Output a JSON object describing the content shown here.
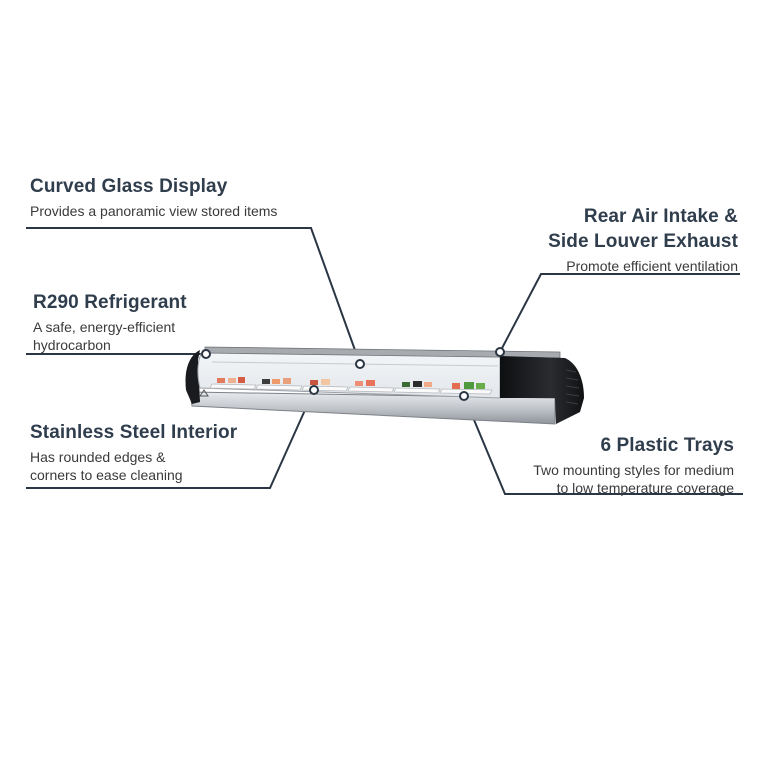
{
  "callouts": {
    "curved_glass": {
      "title": "Curved Glass Display",
      "desc": "Provides a panoramic view stored items"
    },
    "r290": {
      "title": "R290 Refrigerant",
      "desc_line1": "A safe, energy-efficient",
      "desc_line2": "hydrocarbon"
    },
    "stainless": {
      "title": "Stainless Steel Interior",
      "desc_line1": "Has rounded edges &",
      "desc_line2": "corners to ease cleaning"
    },
    "rear_air": {
      "title_line1": "Rear Air Intake &",
      "title_line2": "Side Louver Exhaust",
      "desc": "Promote efficient ventilation"
    },
    "trays": {
      "title": "6 Plastic Trays",
      "desc_line1": "Two mounting styles for medium",
      "desc_line2": "to low temperature coverage"
    }
  },
  "colors": {
    "text_title": "#2f3d4c",
    "leader_line": "#2b3644",
    "steel": "#c9ccd0",
    "black_housing": "#1b1c1f"
  }
}
